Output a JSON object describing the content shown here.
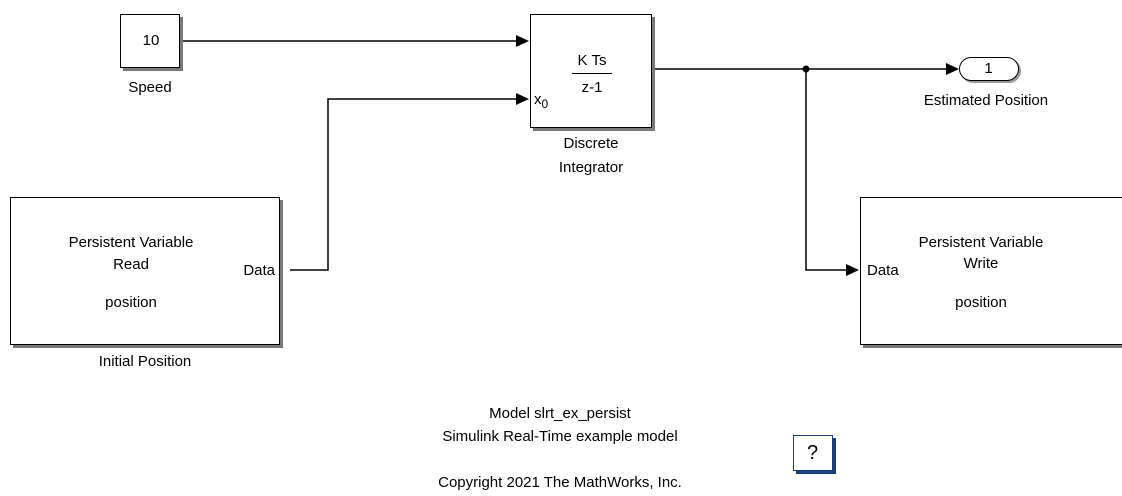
{
  "blocks": {
    "speed": {
      "value": "10",
      "label": "Speed"
    },
    "integrator": {
      "numerator": "K Ts",
      "denominator": "z-1",
      "x0_port": "x",
      "x0_sub": "0",
      "label_line1": "Discrete",
      "label_line2": "Integrator"
    },
    "outport": {
      "number": "1",
      "label": "Estimated Position"
    },
    "read": {
      "title_line1": "Persistent Variable",
      "title_line2": "Read",
      "variable": "position",
      "port": "Data",
      "label": "Initial Position"
    },
    "write": {
      "title_line1": "Persistent Variable",
      "title_line2": "Write",
      "variable": "position",
      "port": "Data"
    }
  },
  "annotation": {
    "line1": "Model slrt_ex_persist",
    "line2": "Simulink Real-Time example model",
    "line3": "Copyright 2021 The MathWorks, Inc."
  },
  "help_button": {
    "label": "?"
  }
}
